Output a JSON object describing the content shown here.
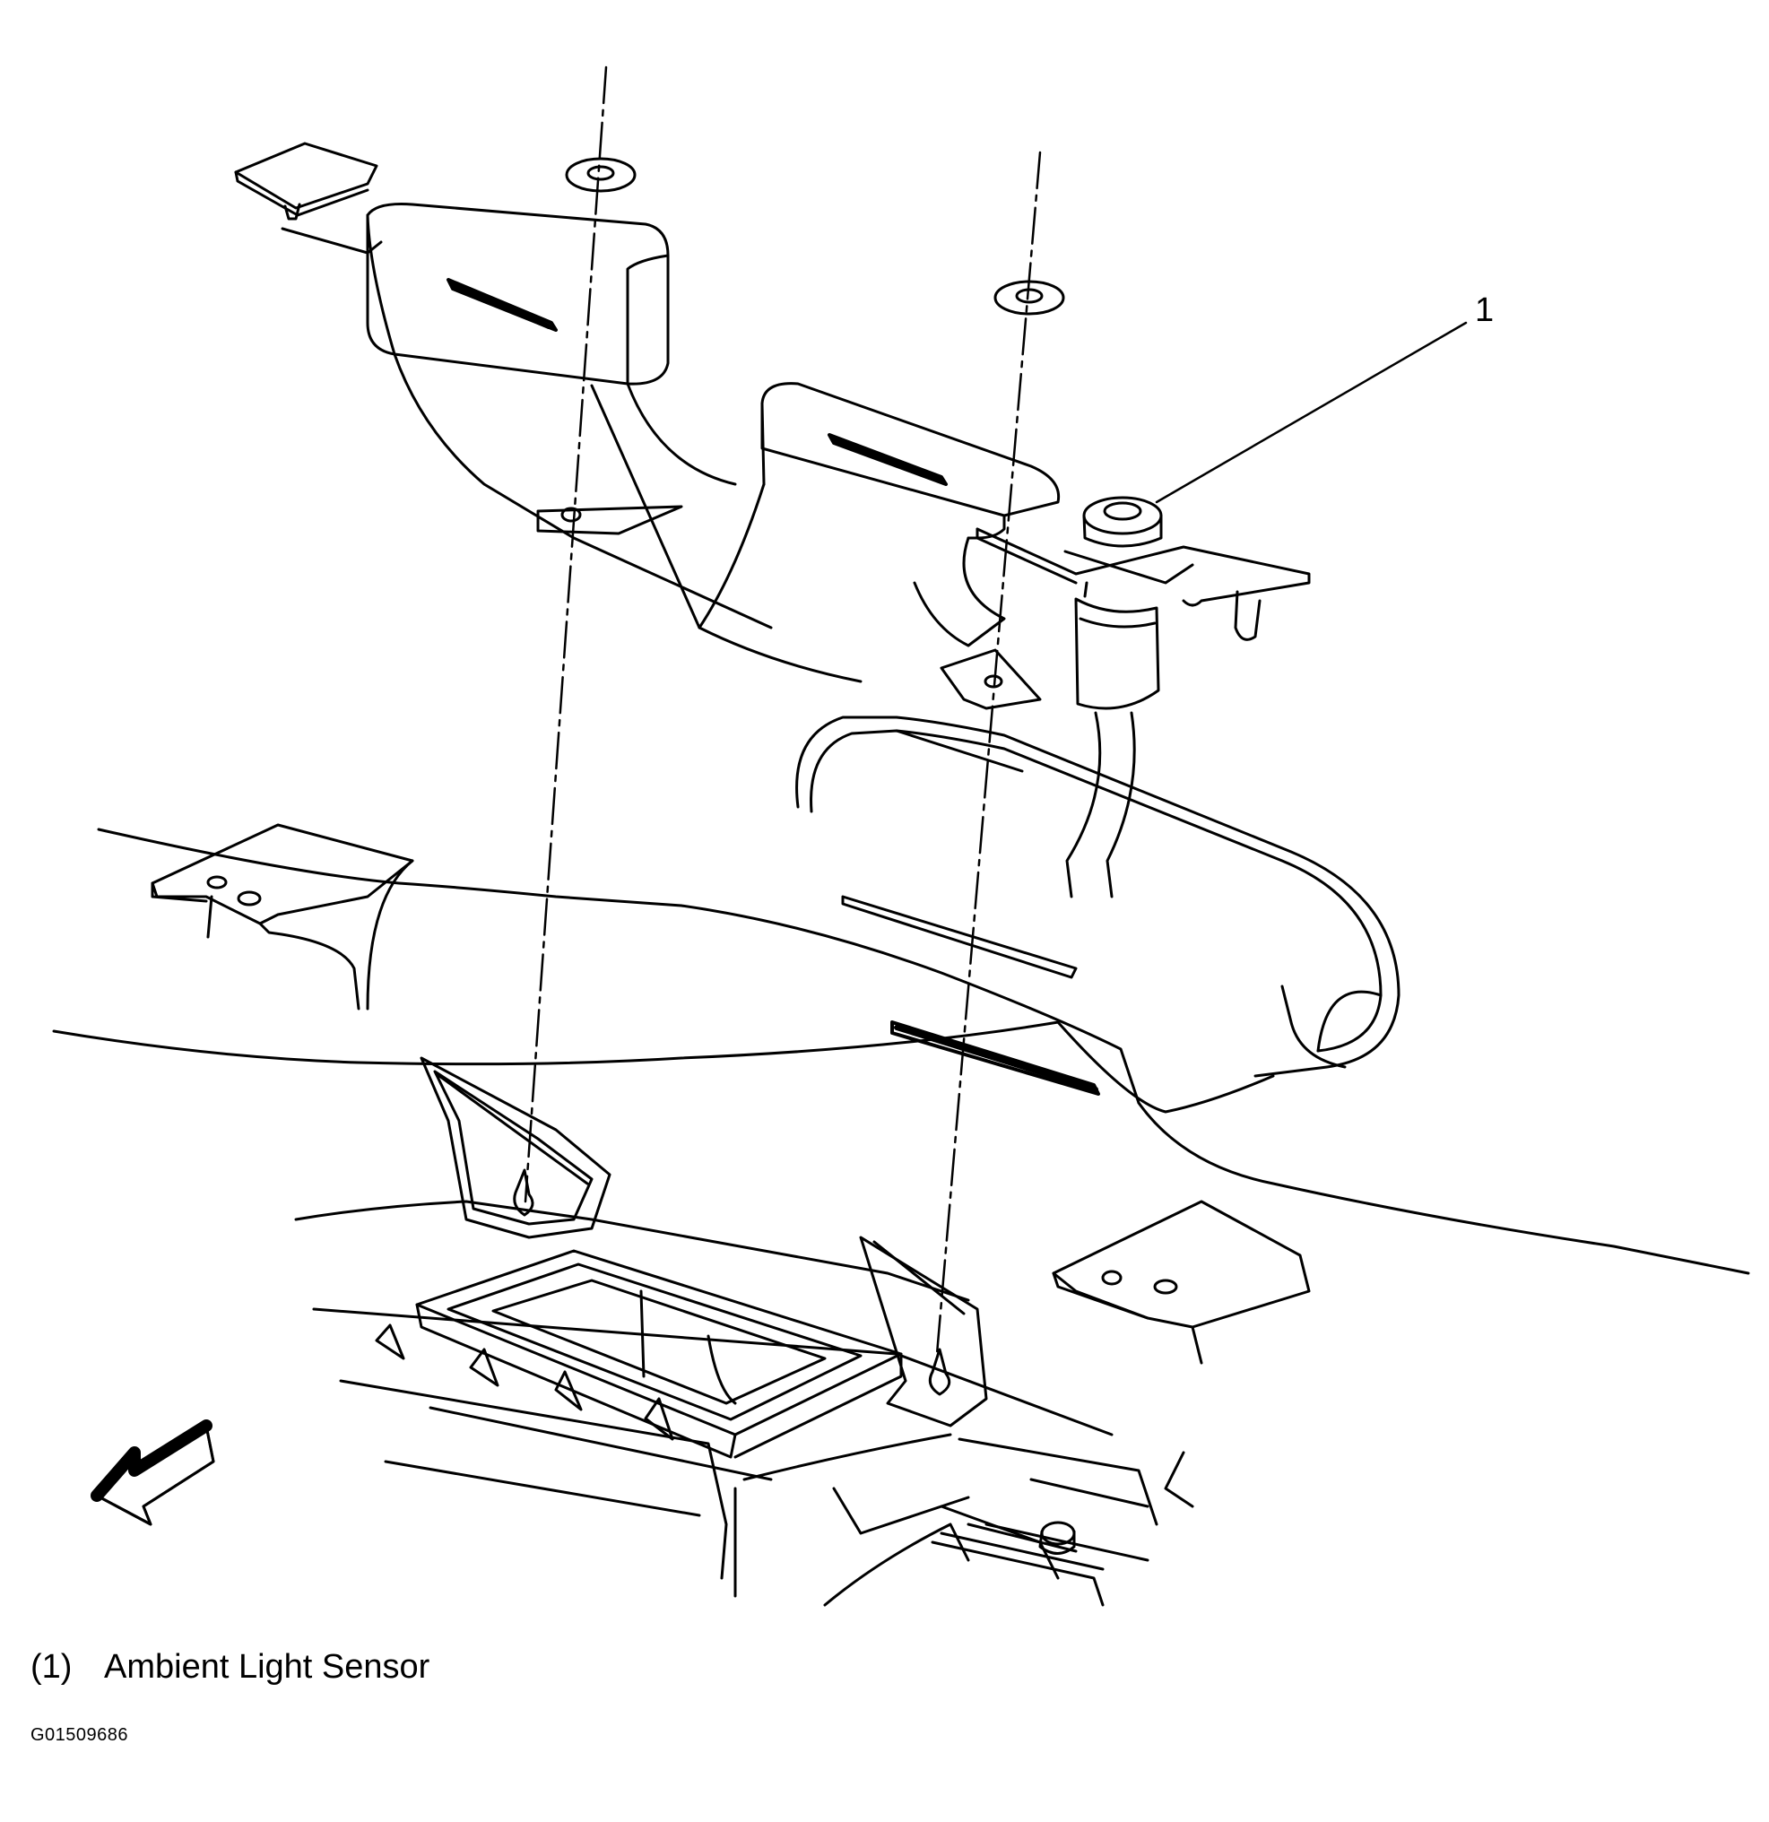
{
  "callouts": [
    {
      "number": "1"
    }
  ],
  "legend": [
    {
      "number": "(1)",
      "label": "Ambient Light Sensor"
    }
  ],
  "figure_id": "G01509686",
  "icons": [
    "direction-arrow-icon"
  ],
  "colors": {
    "line": "#000000",
    "background": "#ffffff"
  }
}
